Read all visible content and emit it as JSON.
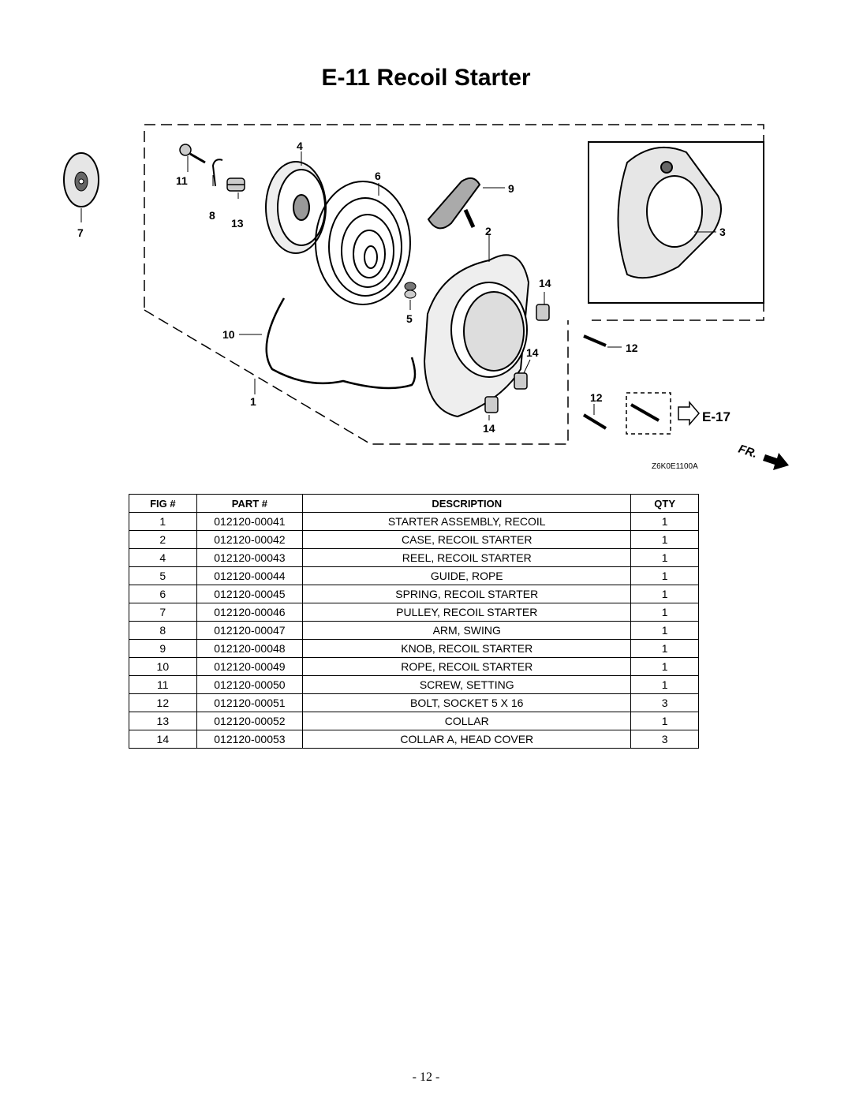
{
  "page": {
    "title": "E-11 Recoil Starter",
    "page_number": "- 12 -"
  },
  "diagram": {
    "callouts": [
      "1",
      "2",
      "3",
      "4",
      "5",
      "6",
      "7",
      "8",
      "9",
      "10",
      "11",
      "12",
      "12",
      "13",
      "14",
      "14",
      "14"
    ],
    "ref_label": "E-17",
    "direction_label": "FR.",
    "drawing_code": "Z6K0E1100A"
  },
  "table": {
    "headers": {
      "fig": "FIG #",
      "part": "PART #",
      "description": "DESCRIPTION",
      "qty": "QTY"
    },
    "rows": [
      {
        "fig": "1",
        "part": "012120-00041",
        "description": "STARTER ASSEMBLY, RECOIL",
        "qty": "1"
      },
      {
        "fig": "2",
        "part": "012120-00042",
        "description": "CASE, RECOIL STARTER",
        "qty": "1"
      },
      {
        "fig": "4",
        "part": "012120-00043",
        "description": "REEL, RECOIL STARTER",
        "qty": "1"
      },
      {
        "fig": "5",
        "part": "012120-00044",
        "description": "GUIDE, ROPE",
        "qty": "1"
      },
      {
        "fig": "6",
        "part": "012120-00045",
        "description": "SPRING, RECOIL STARTER",
        "qty": "1"
      },
      {
        "fig": "7",
        "part": "012120-00046",
        "description": "PULLEY, RECOIL STARTER",
        "qty": "1"
      },
      {
        "fig": "8",
        "part": "012120-00047",
        "description": "ARM, SWING",
        "qty": "1"
      },
      {
        "fig": "9",
        "part": "012120-00048",
        "description": "KNOB, RECOIL STARTER",
        "qty": "1"
      },
      {
        "fig": "10",
        "part": "012120-00049",
        "description": "ROPE, RECOIL STARTER",
        "qty": "1"
      },
      {
        "fig": "11",
        "part": "012120-00050",
        "description": "SCREW, SETTING",
        "qty": "1"
      },
      {
        "fig": "12",
        "part": "012120-00051",
        "description": "BOLT, SOCKET 5 X 16",
        "qty": "3"
      },
      {
        "fig": "13",
        "part": "012120-00052",
        "description": "COLLAR",
        "qty": "1"
      },
      {
        "fig": "14",
        "part": "012120-00053",
        "description": "COLLAR A, HEAD COVER",
        "qty": "3"
      }
    ]
  }
}
